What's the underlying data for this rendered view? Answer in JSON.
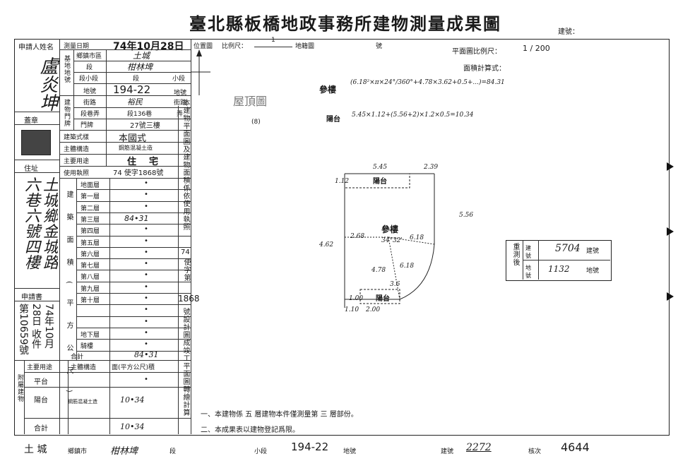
{
  "header": {
    "title": "臺北縣板橋地政事務所建物測量成果圖",
    "building_no_label": "建號："
  },
  "left_form": {
    "applicant_label": "申請人姓名",
    "applicant_name": "盧炎坤",
    "seal_label": "蓋章",
    "address_label": "住址",
    "address_value": "土城鄉金城路六巷六號四樓",
    "survey_date_label": "測量日期",
    "survey_date_value": "74年10月28日",
    "base_lot_label": "基地地號",
    "township_label": "鄉鎮市區",
    "township_value": "土城",
    "section_label": "段",
    "section_value": "柑林埤",
    "subsection_label": "段小段",
    "subsection_value_a": "段",
    "subsection_value_b": "小段",
    "lot_label": "地號",
    "lot_value": "194-22",
    "lot_suffix": "地號",
    "doorplate_label": "建物門牌",
    "street_label": "街路",
    "street_value": "裕民",
    "street_suffix": "街路",
    "lane_label": "段巷弄",
    "lane_value": "段136巷",
    "lane_suffix": "弄",
    "number_label": "門牌",
    "number_value": "27號三樓",
    "structure_style_label": "建築式樣",
    "structure_style_value": "本國式",
    "material_label": "主體構造",
    "material_value": "鋼筋混凝土造",
    "use_label": "主要用途",
    "use_value": "住宅",
    "permit_label": "使用執照",
    "permit_value": "74 使字1868號",
    "area_col_label": "建築面積(平方公尺)",
    "floors": [
      {
        "name": "地面層",
        "value": "•"
      },
      {
        "name": "第一層",
        "value": "•"
      },
      {
        "name": "第二層",
        "value": "•"
      },
      {
        "name": "第三層",
        "value": "84•31"
      },
      {
        "name": "第四層",
        "value": "•"
      },
      {
        "name": "第五層",
        "value": "•"
      },
      {
        "name": "第六層",
        "value": "•"
      },
      {
        "name": "第七層",
        "value": "•"
      },
      {
        "name": "第八層",
        "value": "•"
      },
      {
        "name": "第九層",
        "value": "•"
      },
      {
        "name": "第十層",
        "value": "•"
      },
      {
        "name": "",
        "value": "•"
      },
      {
        "name": "",
        "value": "•"
      },
      {
        "name": "地下層",
        "value": "•"
      },
      {
        "name": "騎樓",
        "value": "•"
      }
    ],
    "total_label": "合計",
    "total_value": "84•31",
    "application_label": "申請書",
    "application_value": "74年10月28日 收件 第10659號",
    "annex_label": "附屬建物",
    "annex_use_label": "主要用途",
    "annex_struct_label": "主體構造",
    "annex_area_label": "面(平方公尺)積",
    "annex_rows": [
      {
        "use": "平台",
        "struct": "",
        "area": "•"
      },
      {
        "use": "陽台",
        "struct": "鋼筋混凝土造",
        "area": "10•34"
      }
    ],
    "annex_total_label": "合計",
    "annex_total_value": "10•34"
  },
  "middle_strip": {
    "location_label": "位置圖",
    "scale_label": "比例尺：",
    "scale_value": "1",
    "lot_map_label": "地籍圖",
    "no_label": "號",
    "vertical_note": "本建物平面圖及建物面積係依使用執照",
    "permit_year": "74",
    "permit_word": "使字第",
    "permit_no": "1868",
    "vertical_note2": "號設計圖成竣工平面圖轉繪計算"
  },
  "plan": {
    "plan_scale_label": "平面圖比例尺：",
    "plan_scale_value": "1 / 200",
    "area_calc_label": "面積計算式：",
    "main_floor_label": "參樓",
    "main_formula": "(6.18²×π×24°/360°+4.78×3.62+0.5+...)=84.31",
    "balcony_label": "陽台",
    "balcony_formula": "5.45×1.12+(5.56+2)×1.2×0.5=10.34",
    "small_plan_label": "屋頂圖",
    "small_plan_no": "(8)",
    "dim_top_a": "5.45",
    "dim_top_b": "2.39",
    "dim_left_top": "1.12",
    "dim_right": "5.56",
    "dim_left": "4.62",
    "dim_inner_a": "2.68",
    "dim_angle": "34°32'",
    "dim_radius": "6.18",
    "dim_inner_b": "4.78",
    "dim_inner_c": "6.18",
    "dim_inner_d": "3.6",
    "dim_small": "1.00",
    "dim_bottom_a": "1.10",
    "dim_bottom_b": "2.00",
    "plan_main_label": "參樓",
    "plan_balcony_top": "陽台",
    "plan_balcony_bottom": "陽台"
  },
  "remeasure_box": {
    "label_a": "重測後",
    "row1_label": "建號",
    "row1_value": "5704",
    "row1_suffix": "建號",
    "row2_label": "地號",
    "row2_value": "1132",
    "row2_suffix": "地號"
  },
  "notes": {
    "note1": "一、本建物係 五 層建物本件僅測量第 三 層部份。",
    "note2": "二、本成果表以建物登記爲限。"
  },
  "footer": {
    "township": "土 城",
    "township_suffix": "鄉鎮市",
    "section": "柑林埤",
    "section_suffix": "段",
    "subsection_suffix": "小段",
    "lot": "194-22",
    "lot_suffix": "地號",
    "building_no_label": "建號",
    "building_no": "2272",
    "extra_label": "核次",
    "extra_value": "4644"
  }
}
